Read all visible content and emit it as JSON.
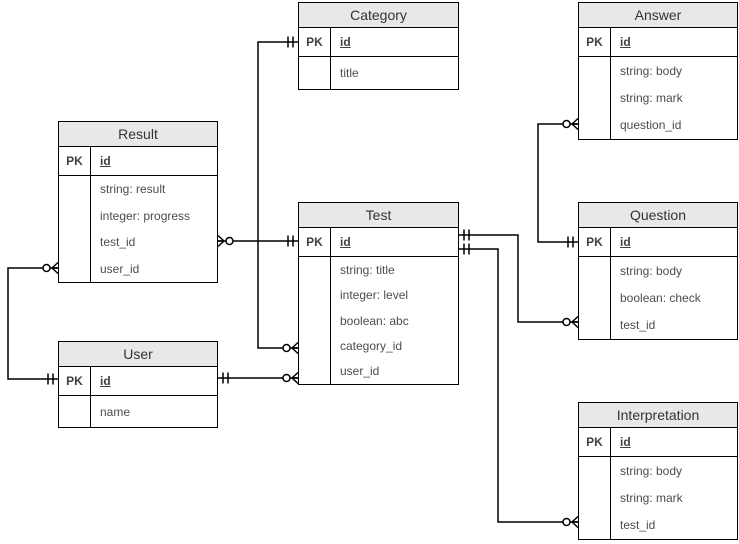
{
  "pk_label": "PK",
  "entities": [
    {
      "name": "Category",
      "pk": "id",
      "attributes": [
        "title"
      ]
    },
    {
      "name": "Answer",
      "pk": "id",
      "attributes": [
        "string: body",
        "string: mark",
        "question_id"
      ]
    },
    {
      "name": "Result",
      "pk": "id",
      "attributes": [
        "string: result",
        "integer: progress",
        "test_id",
        "user_id"
      ]
    },
    {
      "name": "Test",
      "pk": "id",
      "attributes": [
        "string: title",
        "integer: level",
        "boolean: abc",
        "category_id",
        "user_id"
      ]
    },
    {
      "name": "Question",
      "pk": "id",
      "attributes": [
        "string: body",
        "boolean: check",
        "test_id"
      ]
    },
    {
      "name": "User",
      "pk": "id",
      "attributes": [
        "name"
      ]
    },
    {
      "name": "Interpretation",
      "pk": "id",
      "attributes": [
        "string: body",
        "string: mark",
        "test_id"
      ]
    }
  ],
  "relationships": [
    {
      "from": "Category",
      "from_cardinality": "exactly-one",
      "to": "Test",
      "to_cardinality": "zero-or-many",
      "via": "category_id"
    },
    {
      "from": "Test",
      "from_cardinality": "exactly-one",
      "to": "Result",
      "to_cardinality": "zero-or-many",
      "via": "test_id"
    },
    {
      "from": "User",
      "from_cardinality": "exactly-one",
      "to": "Result",
      "to_cardinality": "zero-or-many",
      "via": "user_id"
    },
    {
      "from": "User",
      "from_cardinality": "exactly-one",
      "to": "Test",
      "to_cardinality": "zero-or-many",
      "via": "user_id"
    },
    {
      "from": "Test",
      "from_cardinality": "exactly-one",
      "to": "Question",
      "to_cardinality": "zero-or-many",
      "via": "test_id"
    },
    {
      "from": "Test",
      "from_cardinality": "exactly-one",
      "to": "Interpretation",
      "to_cardinality": "zero-or-many",
      "via": "test_id"
    },
    {
      "from": "Question",
      "from_cardinality": "exactly-one",
      "to": "Answer",
      "to_cardinality": "zero-or-many",
      "via": "question_id"
    }
  ],
  "colors": {
    "header_fill": "#e8e8e8",
    "border": "#000000",
    "attribute_text": "#4d4d4d",
    "pk_text": "#404040",
    "background": "#ffffff"
  }
}
